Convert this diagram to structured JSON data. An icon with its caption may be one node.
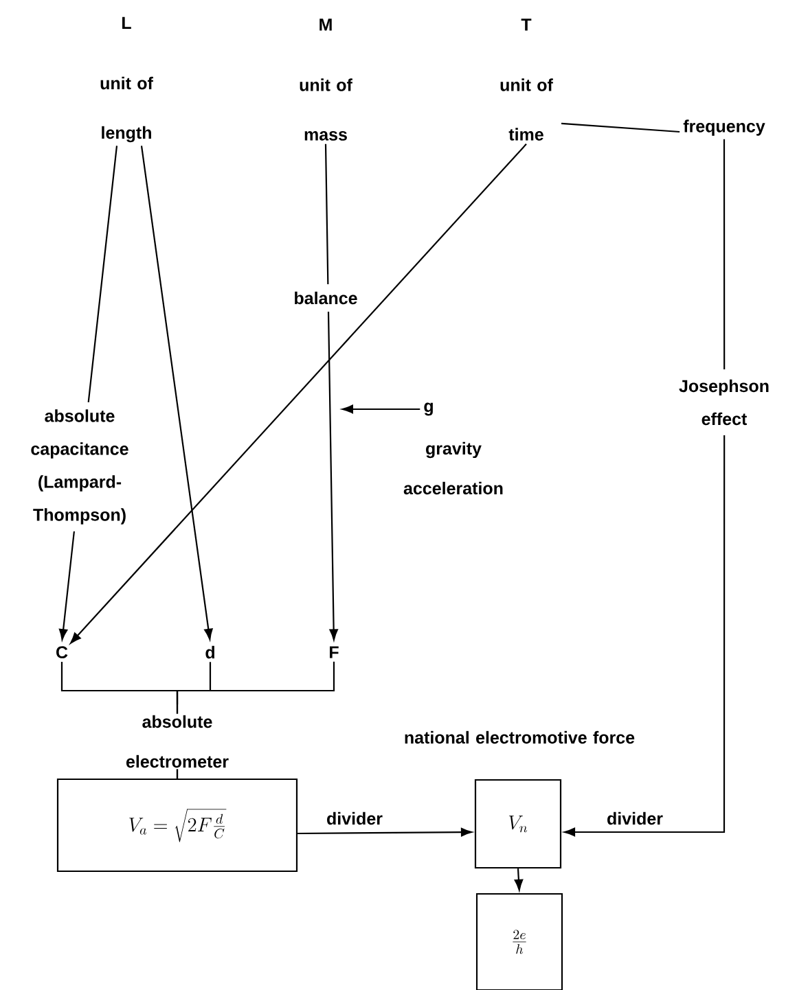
{
  "diagram": {
    "nodes": [
      {
        "text": [
          "L",
          "unit of length"
        ]
      },
      {
        "text": [
          "M",
          "unit of mass"
        ]
      },
      {
        "text": [
          "T",
          "unit of time"
        ]
      },
      {
        "text": [
          "frequency"
        ]
      },
      {
        "text": [
          "C"
        ]
      },
      {
        "text": [
          "d"
        ]
      },
      {
        "text": [
          "F"
        ]
      },
      {
        "text": [
          "g"
        ],
        "beside": [
          "gravity acceleration"
        ]
      },
      {
        "text": [
          "V_a=\\sqrt{2F\\frac{d}{C}}"
        ]
      },
      {
        "text": [
          "V_n"
        ],
        "beside": [
          "national electromotive force"
        ]
      },
      {
        "text": [
          "\\frac{2e}{h}"
        ]
      }
    ],
    "edges": [
      {
        "from": 0,
        "to": 4,
        "arrow": "to",
        "label": "absolute capacitance (Lampard-Thompson)"
      },
      {
        "from": 0,
        "to": 5,
        "arrow": "to"
      },
      {
        "from": 1,
        "to": 6,
        "arrow": "to",
        "label": "balance"
      },
      {
        "from": 2,
        "to": 4,
        "arrow": "to"
      },
      {
        "from": 2,
        "to": 3,
        "arrow": "none"
      },
      {
        "from": 7,
        "to": null,
        "arrow": "to"
      },
      {
        "from": 4,
        "to": 8,
        "arrow": "none"
      },
      {
        "from": 5,
        "to": 8,
        "arrow": "none",
        "label": "absolute electrometer"
      },
      {
        "from": 6,
        "to": 8,
        "arrow": "none"
      },
      {
        "from": 8,
        "to": 9,
        "arrow": "to",
        "label": "divider"
      },
      {
        "from": 3,
        "to": 9,
        "arrow": "to",
        "label": "Josephson effect"
      },
      {
        "from": 9,
        "to": 10,
        "arrow": "to"
      }
    ],
    "labels": [
      "divider"
    ]
  }
}
